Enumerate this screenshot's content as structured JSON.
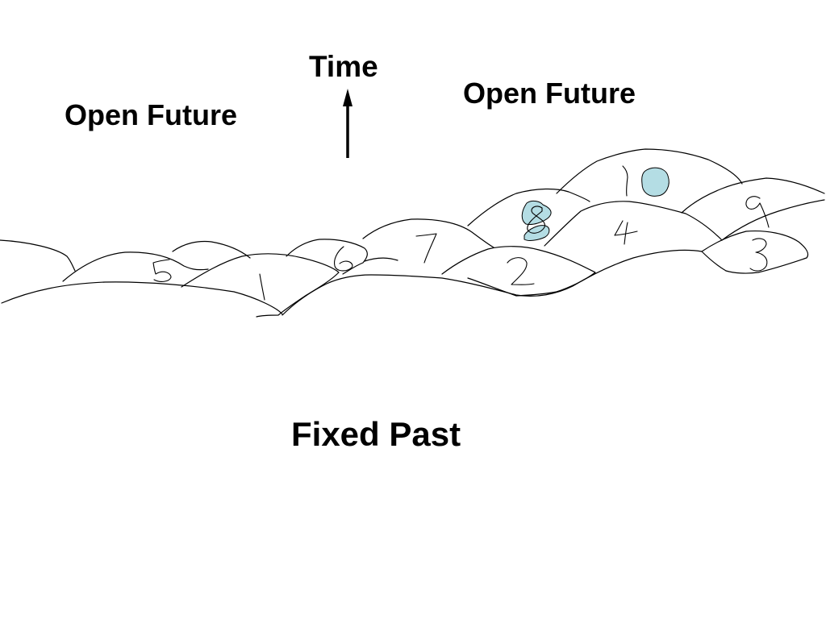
{
  "labels": {
    "time": "Time",
    "open_future_left": "Open Future",
    "open_future_right": "Open Future",
    "fixed_past": "Fixed Past"
  },
  "hill_numbers": [
    "1",
    "2",
    "3",
    "4",
    "5",
    "6",
    "7",
    "8",
    "9",
    "10"
  ],
  "colors": {
    "ink": "#000000",
    "highlight_fill": "#b4dde4",
    "background": "#ffffff"
  },
  "icons": {
    "time_arrow": "arrow-up-icon"
  }
}
